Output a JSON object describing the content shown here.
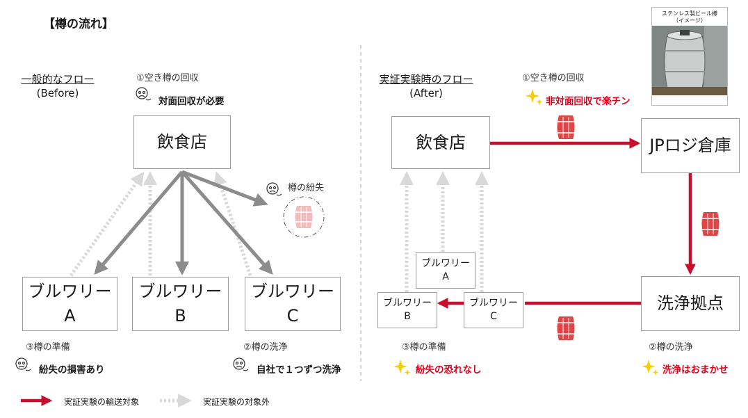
{
  "title": "【樽の流れ】",
  "before": {
    "heading": "一般的なフロー",
    "subheading": "(Before)",
    "restaurant": "飲食店",
    "brewery_a": [
      "ブルワリー",
      "A"
    ],
    "brewery_b": [
      "ブルワリー",
      "B"
    ],
    "brewery_c": [
      "ブルワリー",
      "C"
    ],
    "step1": "①空き樽の回収",
    "step1_note": "対面回収が必要",
    "lost_label": "樽の紛失",
    "step3": "③樽の準備",
    "step3_note": "紛失の損害あり",
    "step2": "②樽の洗浄",
    "step2_note": "自社で１つずつ洗浄"
  },
  "after": {
    "heading": "実証実験時のフロー",
    "subheading": "(After)",
    "restaurant": "飲食店",
    "warehouse": "JPロジ倉庫",
    "wash_base": "洗浄拠点",
    "brewery_a": [
      "ブルワリー",
      "A"
    ],
    "brewery_b": [
      "ブルワリー",
      "B"
    ],
    "brewery_c": [
      "ブルワリー",
      "C"
    ],
    "step1": "①空き樽の回収",
    "step1_note": "非対面回収で楽チン",
    "step3": "③樽の準備",
    "step3_note": "紛失の恐れなし",
    "step2": "②樽の洗浄",
    "step2_note": "洗浄はおまかせ"
  },
  "photo": {
    "caption_line1": "ステンレス製ビール樽",
    "caption_line2": "（イメージ）"
  },
  "legend": {
    "target": "実証実験の輸送対象",
    "excluded": "実証実験の対象外"
  },
  "colors": {
    "red": "#c8102e",
    "gray_arrow": "#8c8c8c",
    "light_dash": "#d6d6d6",
    "note_red": "#e0001a",
    "sparkle": "#f5d000"
  }
}
